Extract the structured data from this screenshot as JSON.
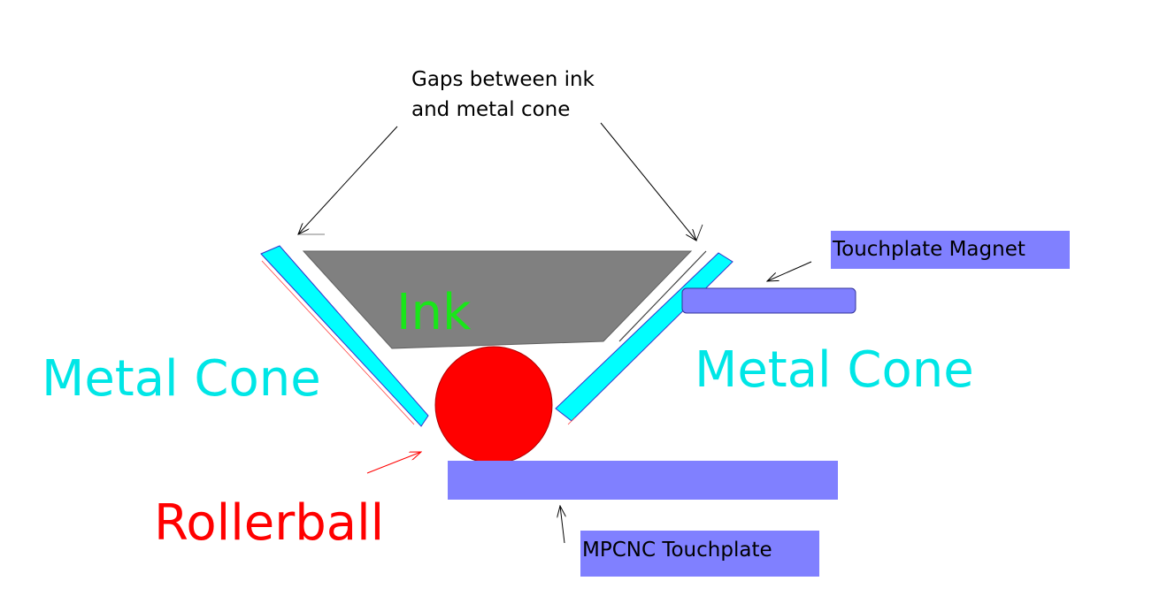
{
  "diagram": {
    "title": "Rollerball pen tip on MPCNC touchplate",
    "colors": {
      "background": "#ffffff",
      "metal_cone": "#00ffff",
      "metal_cone_label": "#00e6e6",
      "ink": "#808080",
      "ink_label": "#19e619",
      "rollerball": "#ff0000",
      "touchplate": "#8080ff",
      "arrow_black": "#000000",
      "arrow_red": "#ff0000"
    },
    "labels": {
      "gaps_line1": "Gaps between ink",
      "gaps_line2": "and metal cone",
      "ink": "Ink",
      "metal_cone_left": "Metal Cone",
      "metal_cone_right": "Metal Cone",
      "rollerball": "Rollerball",
      "touchplate_magnet": "Touchplate Magnet",
      "mpcnc_touchplate": "MPCNC Touchplate"
    },
    "components": [
      {
        "id": "ink",
        "name": "Ink"
      },
      {
        "id": "metal-cone-left",
        "name": "Metal Cone"
      },
      {
        "id": "metal-cone-right",
        "name": "Metal Cone"
      },
      {
        "id": "rollerball",
        "name": "Rollerball"
      },
      {
        "id": "touchplate",
        "name": "MPCNC Touchplate"
      },
      {
        "id": "touchplate-magnet",
        "name": "Touchplate Magnet"
      }
    ]
  }
}
